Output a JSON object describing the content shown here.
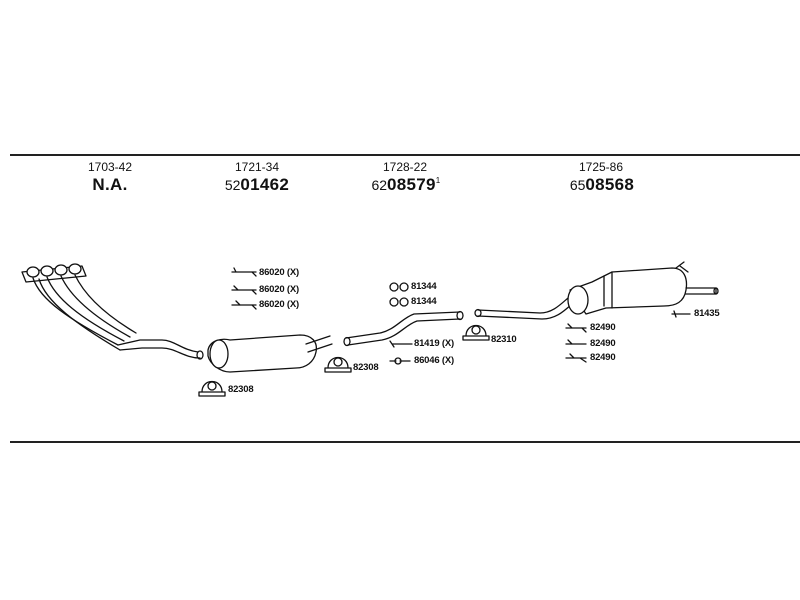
{
  "columns": [
    {
      "ref": "1703-42",
      "prefix": "",
      "main": "N.A.",
      "mark": ""
    },
    {
      "ref": "1721-34",
      "prefix": "52",
      "main": "01462",
      "mark": ""
    },
    {
      "ref": "1728-22",
      "prefix": "62",
      "main": "08579",
      "mark": "1"
    },
    {
      "ref": "1725-86",
      "prefix": "65",
      "main": "08568",
      "mark": ""
    }
  ],
  "parts": {
    "p86020_a": "86020 (X)",
    "p86020_b": "86020 (X)",
    "p86020_c": "86020 (X)",
    "p82308_a": "82308",
    "p82308_b": "82308",
    "p81344_a": "81344",
    "p81344_b": "81344",
    "p81419": "81419 (X)",
    "p86046": "86046 (X)",
    "p82310": "82310",
    "p82490_a": "82490",
    "p82490_b": "82490",
    "p82490_c": "82490",
    "p81435": "81435"
  }
}
